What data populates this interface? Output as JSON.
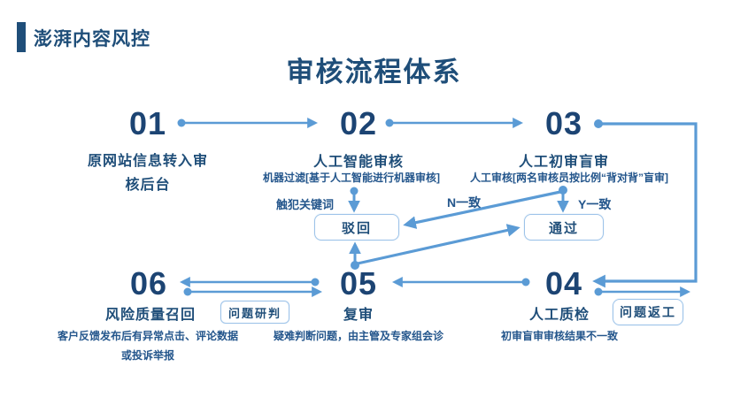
{
  "colors": {
    "navy": "#1F4E79",
    "number_navy": "#1C4473",
    "arrow_blue": "#5B9BD5",
    "box_border": "#9DC3E9",
    "background": "#FFFFFF"
  },
  "header": {
    "brand": "澎湃内容风控"
  },
  "title": "审核流程体系",
  "steps": [
    {
      "number": "01",
      "label": "原网站信息转入审核后台"
    },
    {
      "number": "02",
      "label": "人工智能审核",
      "desc": "机器过滤[基于人工智能进行机器审核]",
      "note": "触犯关键词"
    },
    {
      "number": "03",
      "label": "人工初审盲审",
      "desc": "人工审核[两名审核员按比例“背对背”盲审]"
    },
    {
      "number": "04",
      "label": "人工质检",
      "desc": "初审盲审审核结果不一致"
    },
    {
      "number": "05",
      "label": "复审",
      "desc": "疑难判断问题，由主管及专家组会诊"
    },
    {
      "number": "06",
      "label": "风险质量召回",
      "desc": "客户反馈发布后有异常点击、评论数据或投诉举报"
    }
  ],
  "boxes": {
    "reject": "驳回",
    "pass": "通过",
    "research": "问题研判",
    "rework": "问题返工"
  },
  "edge_labels": {
    "no_match": "N一致",
    "yes_match": "Y一致"
  }
}
